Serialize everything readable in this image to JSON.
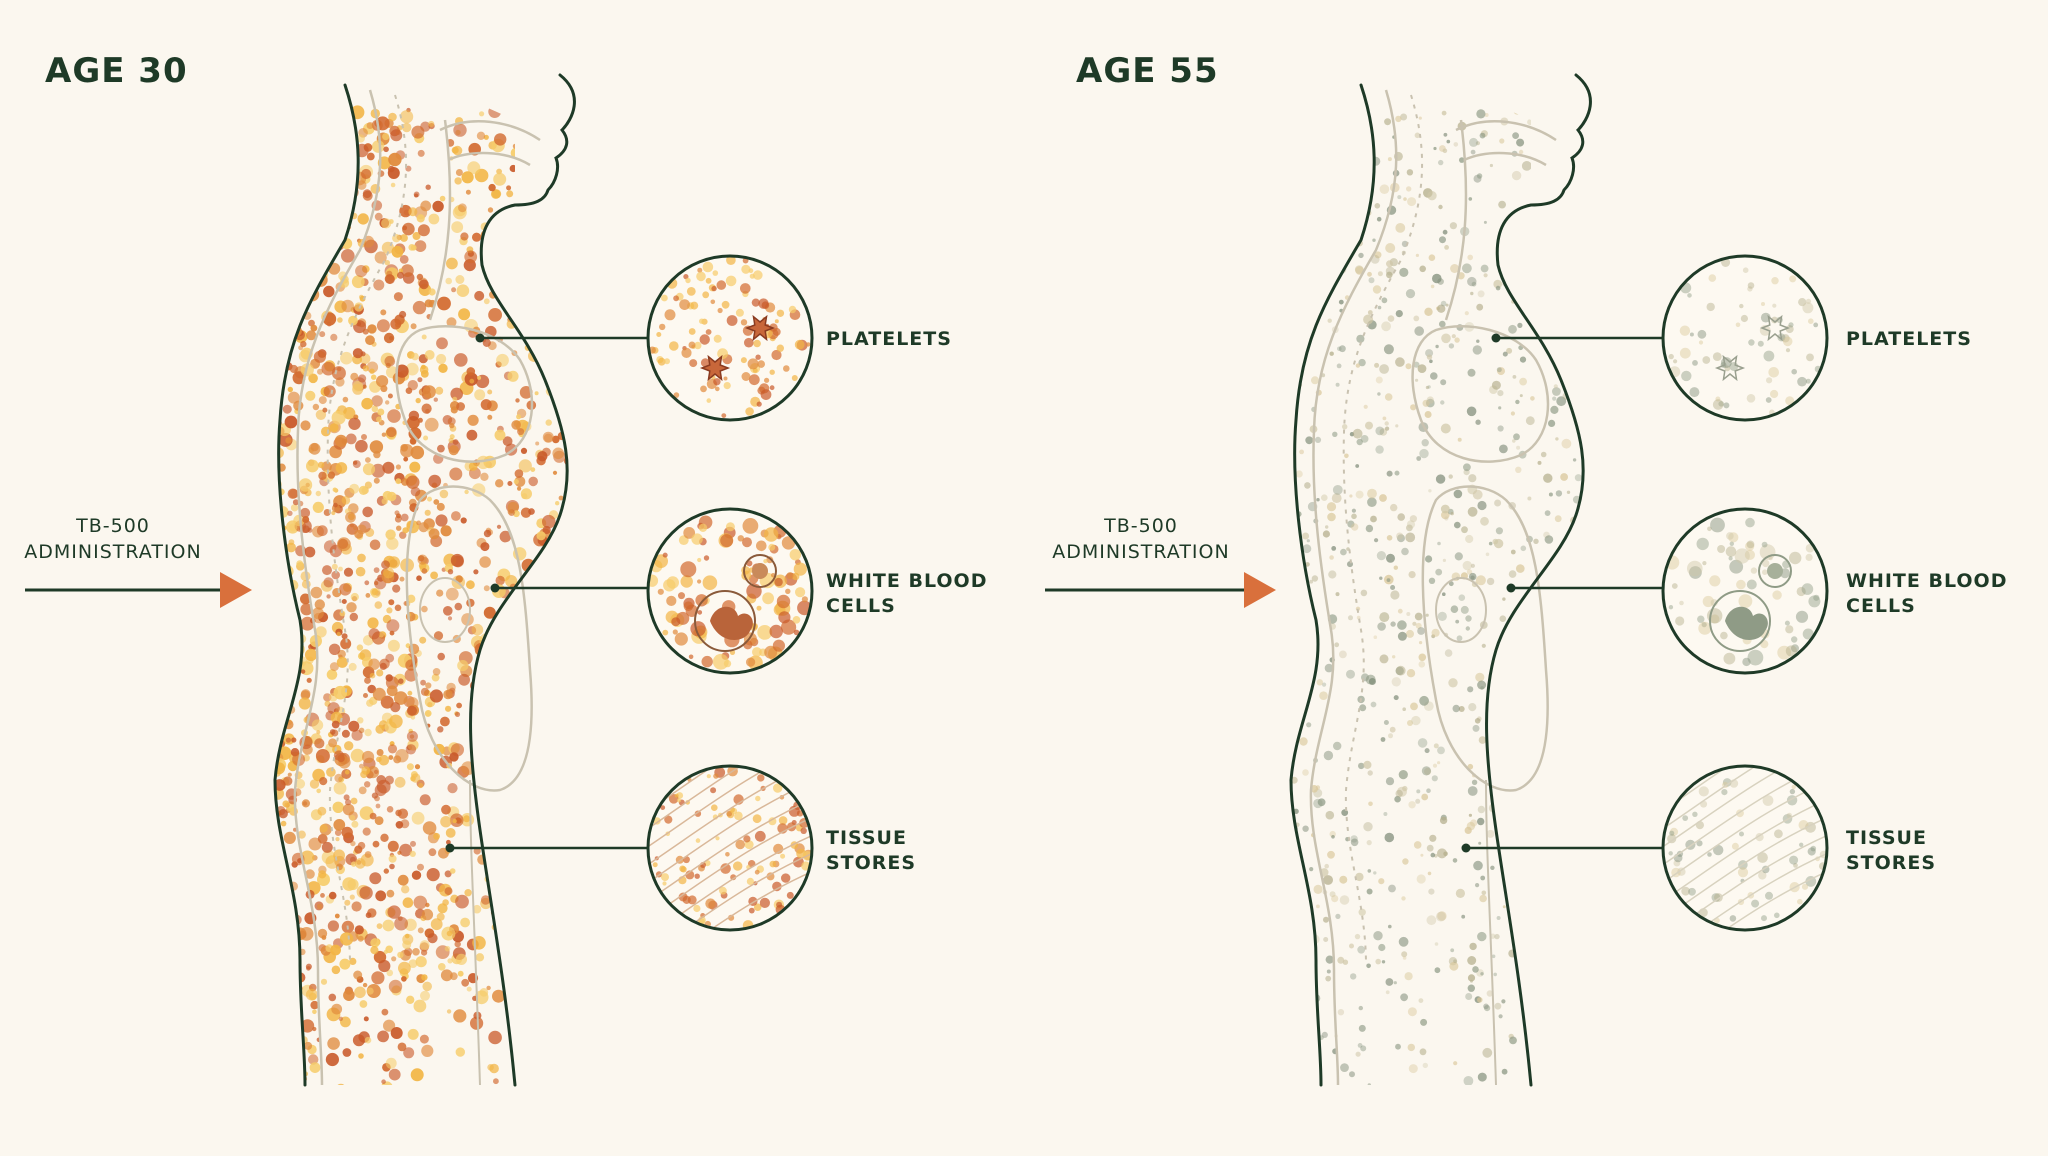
{
  "panels": [
    {
      "id": "young",
      "age_label": "AGE 30",
      "admin_label": [
        "TB-500",
        "ADMINISTRATION"
      ],
      "callouts": [
        {
          "id": "platelets",
          "lines": [
            "PLATELETS"
          ]
        },
        {
          "id": "wbc",
          "lines": [
            "WHITE BLOOD",
            "CELLS"
          ]
        },
        {
          "id": "tissue",
          "lines": [
            "TISSUE",
            "STORES"
          ]
        }
      ],
      "palette": [
        "#e08a3c",
        "#f2b544",
        "#d2692e",
        "#f6cc6a",
        "#c95a2a"
      ],
      "density": 1.0
    },
    {
      "id": "old",
      "age_label": "AGE 55",
      "admin_label": [
        "TB-500",
        "ADMINISTRATION"
      ],
      "callouts": [
        {
          "id": "platelets",
          "lines": [
            "PLATELETS"
          ]
        },
        {
          "id": "wbc",
          "lines": [
            "WHITE BLOOD",
            "CELLS"
          ]
        },
        {
          "id": "tissue",
          "lines": [
            "TISSUE",
            "STORES"
          ]
        }
      ],
      "palette": [
        "#8f9b86",
        "#b3ad8a",
        "#d9c79a",
        "#7f8c78",
        "#cfc6a6"
      ],
      "density": 0.55
    }
  ],
  "colors": {
    "ink": "#1e3a27",
    "arrow_head": "#d9703c",
    "background": "#fbf7ef",
    "outline": "#c9c2b0"
  }
}
